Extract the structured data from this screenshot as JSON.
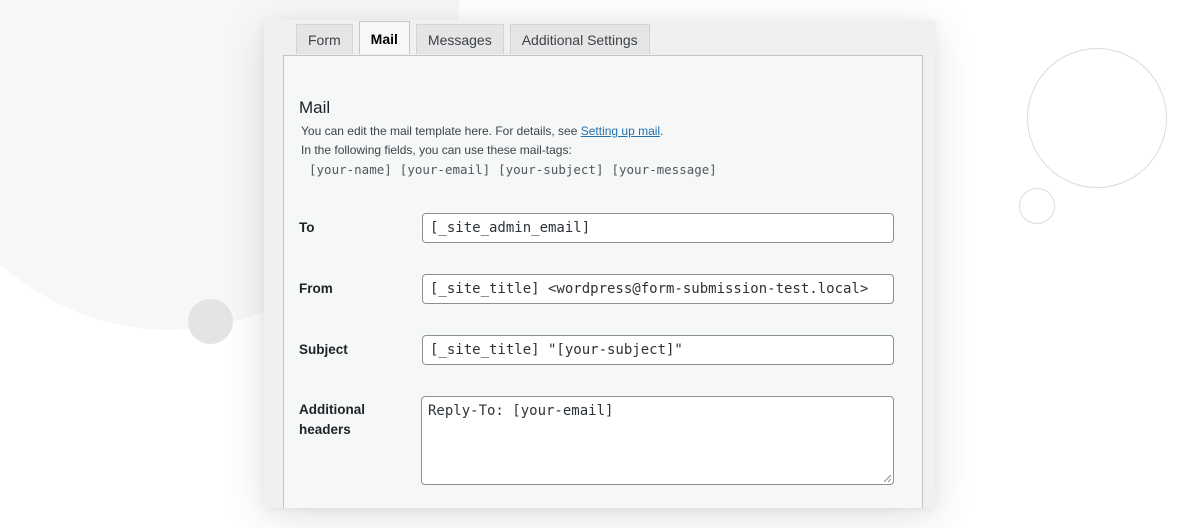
{
  "tabs": [
    {
      "label": "Form",
      "active": false
    },
    {
      "label": "Mail",
      "active": true
    },
    {
      "label": "Messages",
      "active": false
    },
    {
      "label": "Additional Settings",
      "active": false
    }
  ],
  "section": {
    "title": "Mail",
    "description_prefix": "You can edit the mail template here. For details, see ",
    "description_link": "Setting up mail",
    "description_suffix": ".",
    "tags_intro": "In the following fields, you can use these mail-tags:",
    "mail_tags": [
      "[your-name]",
      "[your-email]",
      "[your-subject]",
      "[your-message]"
    ]
  },
  "fields": {
    "to": {
      "label": "To",
      "value": "[_site_admin_email]"
    },
    "from": {
      "label": "From",
      "value": "[_site_title] <wordpress@form-submission-test.local>"
    },
    "subject": {
      "label": "Subject",
      "value": "[_site_title] \"[your-subject]\""
    },
    "additional_headers": {
      "label_line1": "Additional",
      "label_line2": "headers",
      "value": "Reply-To: [your-email]"
    }
  },
  "colors": {
    "link": "#2271b1",
    "panel_bg": "#f6f7f7",
    "card_bg": "#f0f0f1",
    "border": "#c3c4c7",
    "input_border": "#8c8f94"
  }
}
